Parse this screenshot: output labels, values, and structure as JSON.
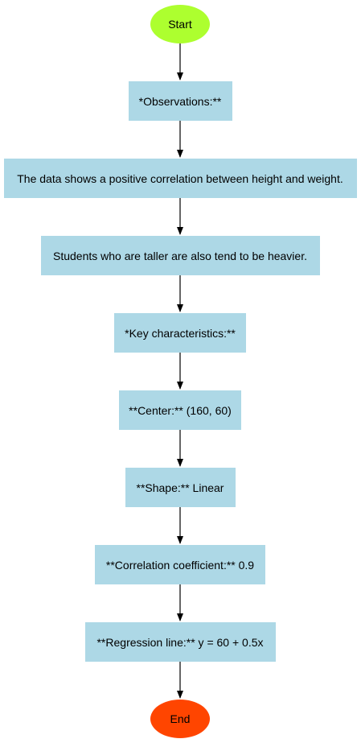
{
  "colors": {
    "start_fill": "#adff2f",
    "end_fill": "#ff4500",
    "box_fill": "#add8e6",
    "arrow": "#000000"
  },
  "nodes": [
    {
      "label": "Start",
      "shape": "ellipse"
    },
    {
      "label": "*Observations:**",
      "shape": "box"
    },
    {
      "label": "The data shows a positive correlation between height and weight.",
      "shape": "box"
    },
    {
      "label": "Students who are taller are also tend to be heavier.",
      "shape": "box"
    },
    {
      "label": "*Key characteristics:**",
      "shape": "box"
    },
    {
      "label": "**Center:** (160, 60)",
      "shape": "box"
    },
    {
      "label": "**Shape:** Linear",
      "shape": "box"
    },
    {
      "label": "**Correlation coefficient:** 0.9",
      "shape": "box"
    },
    {
      "label": "**Regression line:** y = 60 + 0.5x",
      "shape": "box"
    },
    {
      "label": "End",
      "shape": "ellipse"
    }
  ]
}
